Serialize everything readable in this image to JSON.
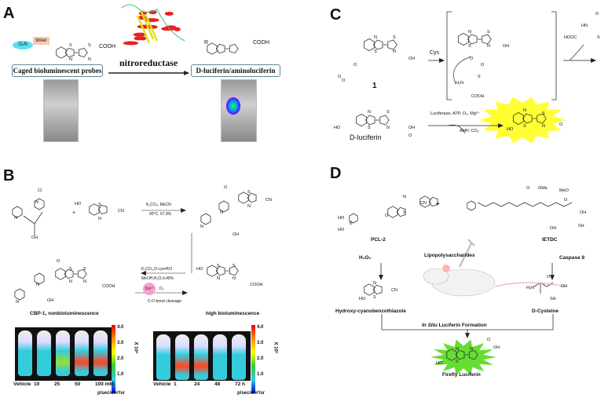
{
  "panels": {
    "a": {
      "label": "A",
      "enzyme": "nitroreductase",
      "left_box": "Caged bioluminescent probes",
      "right_box": "D-luciferin/aminoluciferin",
      "o2n": "O₂N",
      "linker": "linker",
      "r": "R",
      "cooh": "COOH",
      "atoms": [
        "S",
        "N",
        "S",
        "N"
      ]
    },
    "b": {
      "label": "B",
      "reagent1_line1": "K₂CO₃, MeCN",
      "reagent1_line2": "90°C, 67.9%",
      "reagent2_line1": "K₂CO₃,D-cys•HCl",
      "reagent2_line2": "MeOH,H₂O,rt,45%",
      "cobalt": "Co²⁺",
      "o2": ", O₂",
      "cleavage": "C-O bond cleavage",
      "plus": "+",
      "cbp1": "CBP-1, nonbioluminescence",
      "high": "high bioluminescence",
      "atom_labels": [
        "Cl",
        "N",
        "N",
        "OH",
        "HO",
        "S",
        "N",
        "CN",
        "O",
        "S",
        "N",
        "CN",
        "N",
        "N",
        "OH",
        "O",
        "S",
        "N",
        "S",
        "N",
        "COOH",
        "N",
        "N",
        "OH",
        "HO",
        "S",
        "N",
        "S",
        "N",
        "COOH"
      ],
      "colorbar_ticks": [
        "4.0",
        "3.0",
        "2.0",
        "1.0"
      ],
      "colorbar_unit": "X 10⁶",
      "units": "p/sec/cm²/sr",
      "left_doses": [
        "Vehicle",
        "10",
        "25",
        "50",
        "100 mM"
      ],
      "right_times": [
        "Vehicle",
        "1",
        "24",
        "48",
        "72 h"
      ]
    },
    "c": {
      "label": "C",
      "cys": "Cys",
      "compound": "1",
      "dluc": "D-luciferin",
      "enzyme_cond": "Luciferase, ATP, O₂, Mg²⁺",
      "byproducts": "AMP, CO₂",
      "atom_labels": [
        "N",
        "S",
        "S",
        "N",
        "OH",
        "O",
        "O",
        "O",
        "N",
        "S",
        "S",
        "N",
        "OH",
        "O",
        "O",
        "S",
        "H₂N",
        "COOH",
        "HN",
        "O",
        "HOOC",
        "S",
        "N",
        "S",
        "S",
        "N",
        "HO",
        "OH",
        "O",
        "N",
        "S",
        "S",
        "N",
        "HO",
        "O"
      ]
    },
    "d": {
      "label": "D",
      "pcl2": "PCL-2",
      "ietdc": "IETDC",
      "h2o2": "H₂O₂",
      "lps": "Lipopolysaccharides",
      "caspase": "Caspase 8",
      "hcbt": "Hydroxy-cyanobenzothiazole",
      "dcys": "D-Cysteine",
      "insitu_em": "In Situ",
      "insitu_rest": " Luciferin  Formation",
      "firefly": "Firefly Luciferin",
      "plus": "+",
      "atom_labels": [
        "HO",
        "B",
        "HO",
        "O",
        "N",
        "S",
        "CN",
        "O",
        "OMe",
        "MeO",
        "O",
        "OH",
        "SH",
        "OH",
        "N",
        "S",
        "CN",
        "HO",
        "H₂N",
        "O",
        "OH",
        "SH",
        "N",
        "S",
        "N",
        "OH",
        "HO",
        "O"
      ]
    }
  },
  "colors": {
    "glow_yellow": "#ffff33",
    "glow_green": "#66dd33",
    "red_helix": "#e82020",
    "cobalt_pink": "#f4a0d0",
    "o2n_cyan": "#5ee0f0",
    "linker_peach": "#f8c8b0"
  }
}
